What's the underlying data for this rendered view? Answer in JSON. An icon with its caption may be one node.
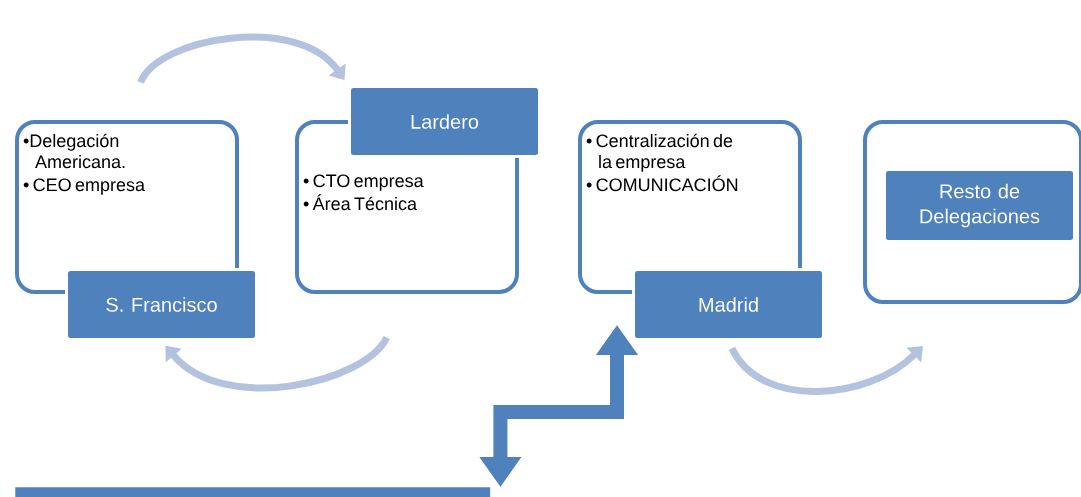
{
  "diagram": {
    "nodes": [
      {
        "text": [
          "•Delegación Americana.",
          "• CEO empresa"
        ]
      },
      {
        "text": [
          "S. Francisco"
        ]
      },
      {
        "text": [
          "• CTO empresa",
          "• Área Técnica"
        ]
      },
      {
        "text": [
          "Lardero"
        ]
      },
      {
        "text": [
          "• Centralización de la empresa",
          "• COMUNICACIÓN"
        ]
      },
      {
        "text": [
          "Madrid"
        ]
      },
      {
        "text": [],
        "shape": "box"
      },
      {
        "text": [
          "Resto de Delegaciones"
        ],
        "in": 6
      },
      {
        "text": [],
        "shape": "bar"
      }
    ],
    "edges": [
      {
        "from": 0,
        "to": 3,
        "arrow": "to"
      },
      {
        "from": 2,
        "to": 1,
        "arrow": "to"
      },
      {
        "from": 5,
        "to": 6,
        "arrow": "to"
      },
      {
        "from": 8,
        "to": 5,
        "arrow": "both",
        "style": "thick",
        "color": "#4f81bd"
      }
    ]
  }
}
